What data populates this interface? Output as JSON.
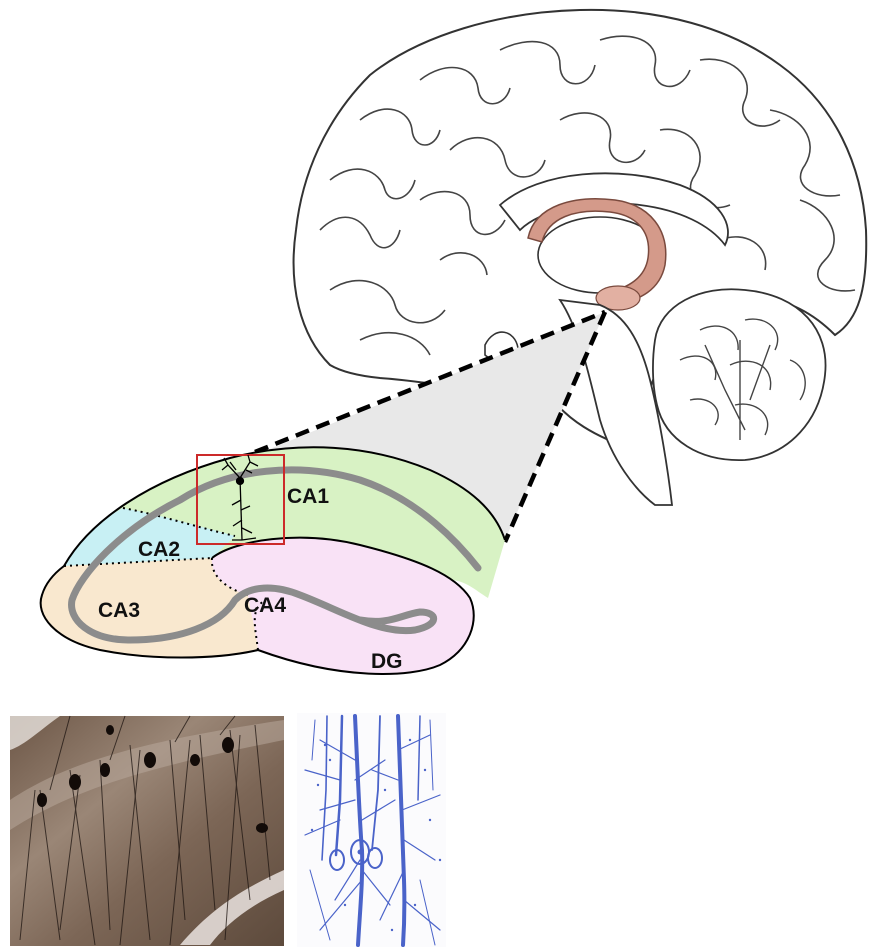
{
  "labels": {
    "ca1": "CA1",
    "ca2": "CA2",
    "ca3": "CA3",
    "ca4": "CA4",
    "dg": "DG"
  },
  "colors": {
    "fornix": "#d49a8a",
    "ca1_fill": "#d8f2c4",
    "ca2_fill": "#c8f0f4",
    "ca3_fill": "#f9e8cf",
    "dg_fill": "#f9e2f6",
    "pyramidal_layer": "#8c8c8c",
    "zoom_cone": "#e8e8e8",
    "highlight_box": "#cc2a2a",
    "golgi_stain_background": "#8a7464",
    "drawing_ink": "#4a63c9"
  },
  "icons": {
    "neuron": "pyramidal-neuron-icon"
  }
}
